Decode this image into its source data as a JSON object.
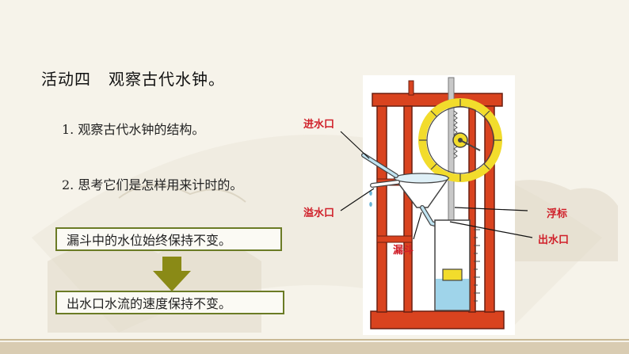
{
  "title": {
    "activity": "活动四",
    "topic": "观察古代水钟。"
  },
  "steps": [
    "1. 观察古代水钟的结构。",
    "2. 思考它们是怎样用来计时的。"
  ],
  "notes": [
    "漏斗中的水位始终保持不变。",
    "出水口水流的速度保持不变。"
  ],
  "diagram": {
    "labels": {
      "inlet": "进水口",
      "overflow": "溢水口",
      "funnel": "漏斗",
      "float": "浮标",
      "outlet": "出水口"
    }
  },
  "colors": {
    "label_red": "#d0202a",
    "frame_red": "#d9431f",
    "box_border": "#6b7b25",
    "arrow_fill": "#8a8a16",
    "dial_yellow": "#f2dc2c",
    "water_blue": "#9fd4ea"
  }
}
